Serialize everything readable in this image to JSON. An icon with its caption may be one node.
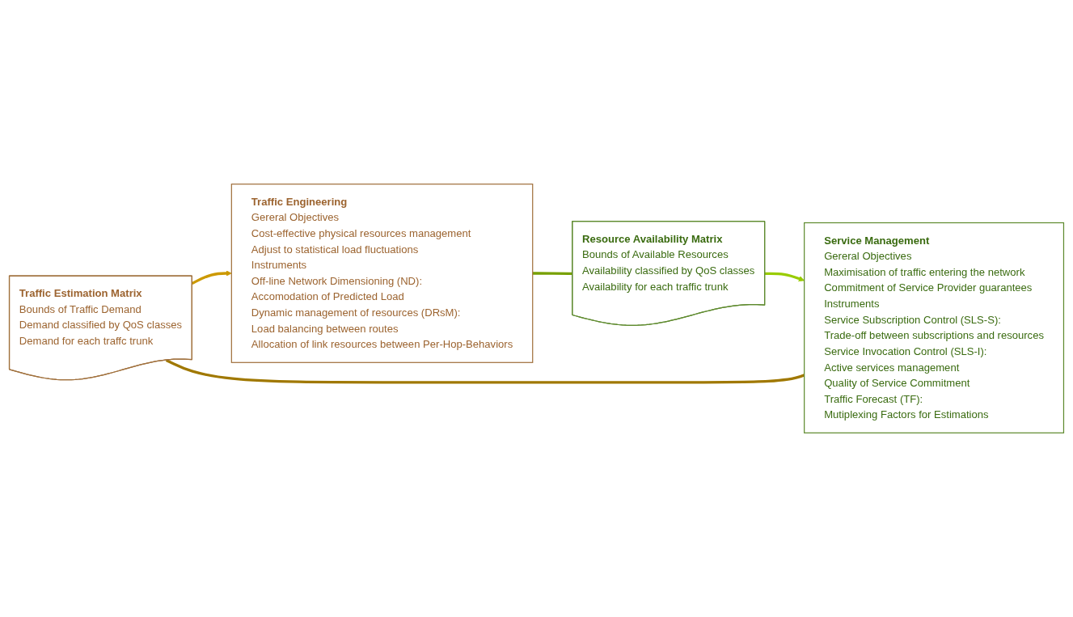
{
  "diagram": {
    "nodes": [
      {
        "text": [
          "Traffic Estimation Matrix",
          "Bounds of Traffic Demand",
          "Demand classified by QoS classes",
          "Demand for each traffc trunk"
        ]
      },
      {
        "text": [
          "Traffic Engineering",
          "Gereral Objectives",
          "Cost-effective physical resources management",
          "Adjust to statistical load fluctuations",
          "Instruments",
          "Off-line Network Dimensioning (ND):",
          "Accomodation of Predicted Load",
          "Dynamic management of resources (DRsM):",
          "Load balancing between routes",
          "Allocation of link resources between Per-Hop-Behaviors"
        ]
      },
      {
        "text": [
          "Resource Availability Matrix",
          "Bounds of Available Resources",
          "Availability classified by QoS classes",
          "Availability for each traffic trunk"
        ]
      },
      {
        "text": [
          "Service Management",
          "Gereral Objectives",
          "Maximisation of traffic entering the network",
          "Commitment of Service Provider guarantees",
          "Instruments",
          "Service Subscription Control (SLS-S):",
          "Trade-off between subscriptions and resources",
          "Service Invocation Control (SLS-I):",
          "Active services management",
          "Quality of Service Commitment",
          "Traffic Forecast (TF):",
          "Mutiplexing Factors for Estimations"
        ]
      }
    ],
    "edges": [
      {
        "from": 3,
        "to": 0,
        "arrow": "none",
        "color": "#a07800"
      },
      {
        "from": 0,
        "to": 1,
        "arrow": "to",
        "color": "#cc9900"
      },
      {
        "from": 1,
        "to": 2,
        "arrow": "none",
        "color": "#77a000"
      },
      {
        "from": 2,
        "to": 3,
        "arrow": "to",
        "color": "#99cc00"
      }
    ]
  }
}
